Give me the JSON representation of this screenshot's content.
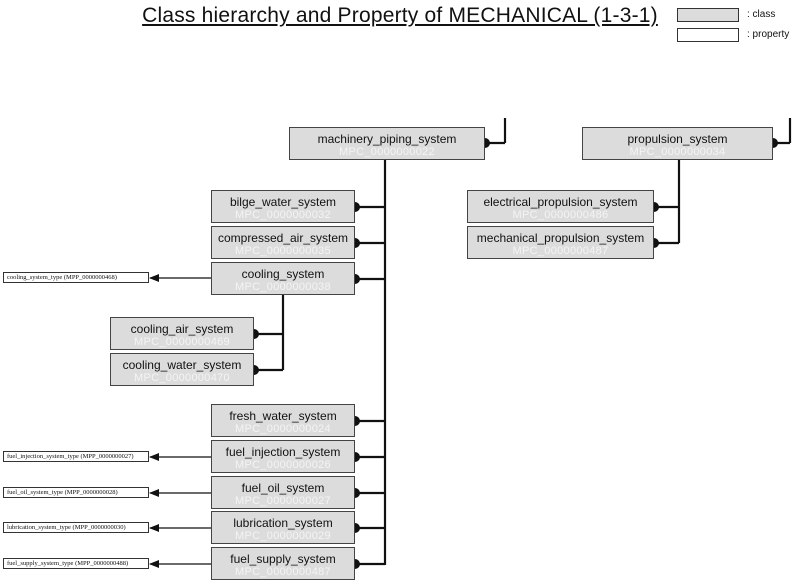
{
  "title": "Class hierarchy and Property of MECHANICAL (1-3-1)",
  "legend": {
    "class_label": ": class",
    "property_label": ": property",
    "class_fill": "#dcdcdc",
    "property_fill": "#ffffff"
  },
  "classes": [
    {
      "name": "machinery_piping_system",
      "code": "MPC_0000000022"
    },
    {
      "name": "propulsion_system",
      "code": "MPC_0000000034"
    },
    {
      "name": "bilge_water_system",
      "code": "MPC_0000000032"
    },
    {
      "name": "compressed_air_system",
      "code": "MPC_0000000035"
    },
    {
      "name": "cooling_system",
      "code": "MPC_0000000038"
    },
    {
      "name": "cooling_air_system",
      "code": "MPC_0000000469"
    },
    {
      "name": "cooling_water_system",
      "code": "MPC_0000000470"
    },
    {
      "name": "fresh_water_system",
      "code": "MPC_0000000024"
    },
    {
      "name": "fuel_injection_system",
      "code": "MPC_0000000026"
    },
    {
      "name": "fuel_oil_system",
      "code": "MPC_0000000027"
    },
    {
      "name": "lubrication_system",
      "code": "MPC_0000000029"
    },
    {
      "name": "fuel_supply_system",
      "code": "MPC_0000000487"
    },
    {
      "name": "electrical_propulsion_system",
      "code": "MPC_0000000486"
    },
    {
      "name": "mechanical_propulsion_system",
      "code": "MPC_0000000487"
    }
  ],
  "properties": [
    "cooling_system_type (MPP_0000000468)",
    "fuel_injection_system_type (MPP_0000000027)",
    "fuel_oil_system_type (MPP_0000000028)",
    "lubrication_system_type (MPP_0000000030)",
    "fuel_supply_system_type (MPP_0000000488)"
  ]
}
